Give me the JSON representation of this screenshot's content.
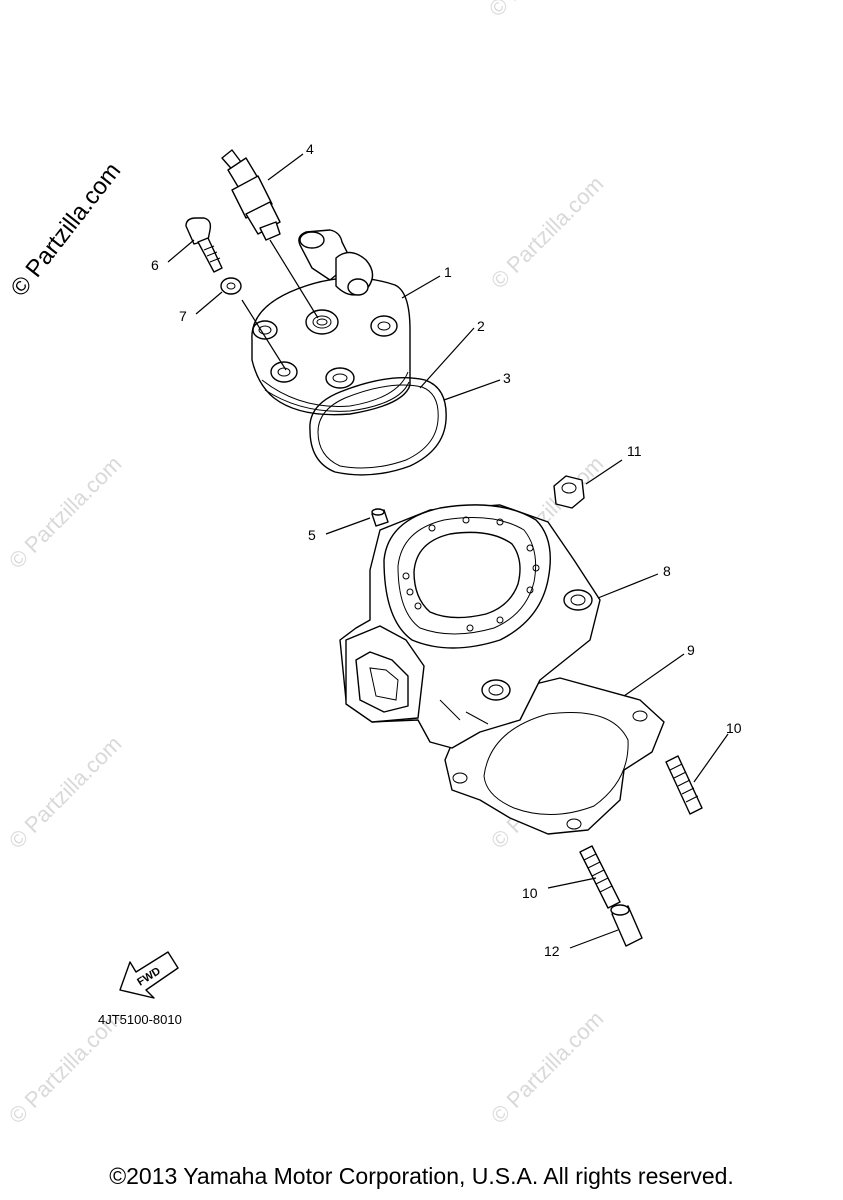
{
  "diagram": {
    "callouts": [
      {
        "id": "c1",
        "text": "1"
      },
      {
        "id": "c2",
        "text": "2"
      },
      {
        "id": "c3",
        "text": "3"
      },
      {
        "id": "c4",
        "text": "4"
      },
      {
        "id": "c5",
        "text": "5"
      },
      {
        "id": "c6",
        "text": "6"
      },
      {
        "id": "c7",
        "text": "7"
      },
      {
        "id": "c8",
        "text": "8"
      },
      {
        "id": "c9",
        "text": "9"
      },
      {
        "id": "c10a",
        "text": "10"
      },
      {
        "id": "c10b",
        "text": "10"
      },
      {
        "id": "c11",
        "text": "11"
      },
      {
        "id": "c12",
        "text": "12"
      }
    ],
    "fwd_label": "FWD",
    "diagram_code": "4JT5100-8010"
  },
  "watermark": {
    "primary": "© Partzilla.com",
    "repeated": "© Partzilla.com"
  },
  "footer": {
    "copyright": "©2013 Yamaha Motor Corporation, U.S.A. All rights reserved."
  },
  "colors": {
    "line": "#000000",
    "watermark": "#d9d9d9",
    "background": "#ffffff"
  }
}
